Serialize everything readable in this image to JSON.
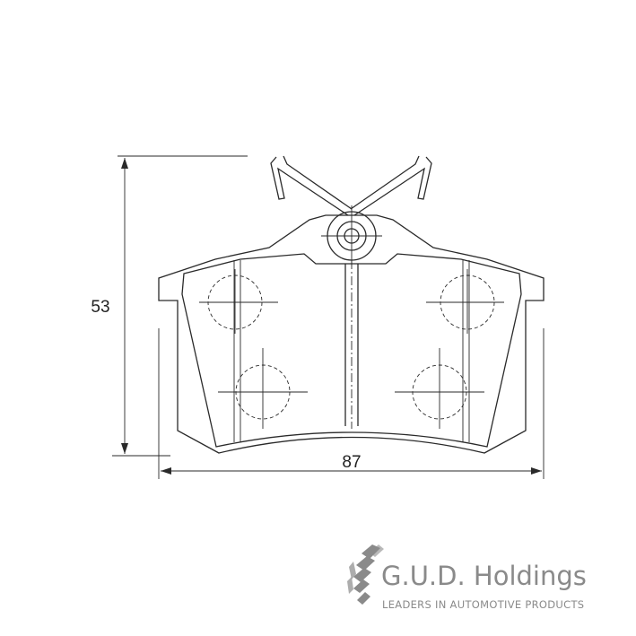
{
  "dimensions": {
    "height_label": "53",
    "width_label": "87"
  },
  "brand": {
    "name": "G.U.D. Holdings",
    "tagline": "LEADERS IN AUTOMOTIVE PRODUCTS",
    "logo_color": "#8a8a8a"
  },
  "colors": {
    "line": "#2a2a2a",
    "background": "#ffffff"
  }
}
